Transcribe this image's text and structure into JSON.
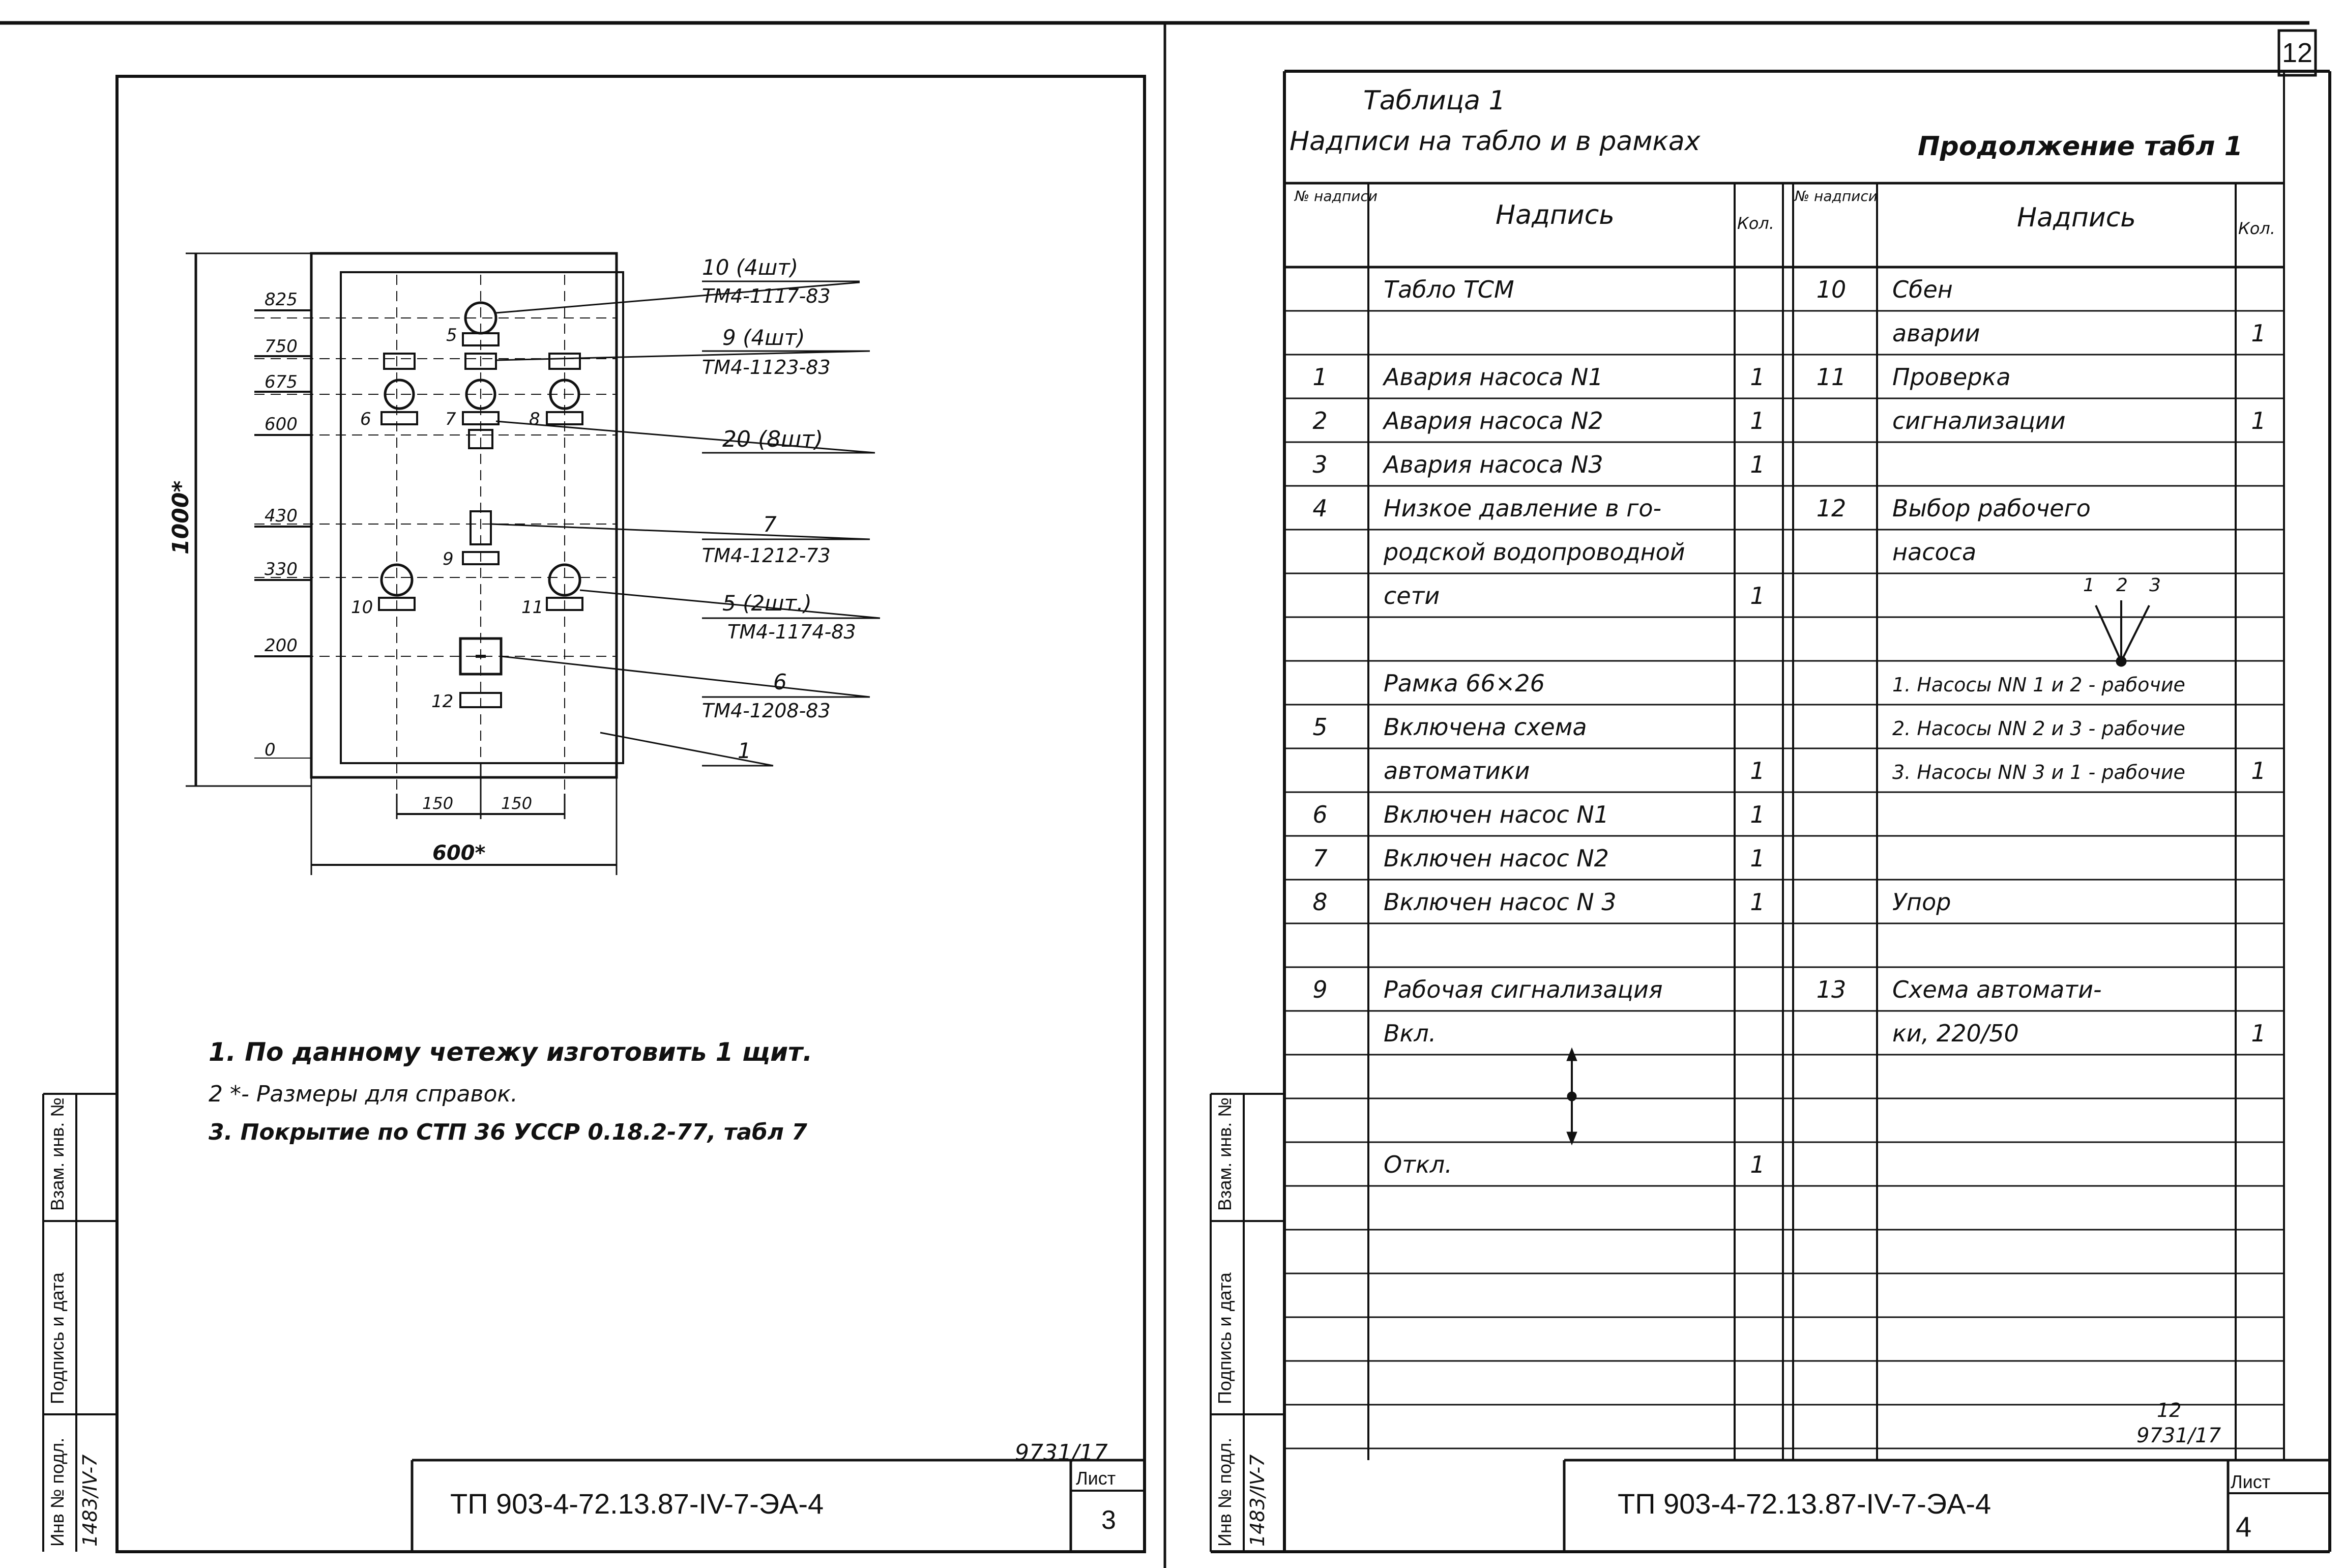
{
  "page_corner_number": "12",
  "sheet3": {
    "drawing": {
      "levels": [
        "825",
        "750",
        "675",
        "600",
        "430",
        "330",
        "200",
        "0"
      ],
      "height_dim": "1000*",
      "width_dim": "600*",
      "spacing_dims": [
        "150",
        "150"
      ],
      "item_numbers": [
        "5",
        "6",
        "7",
        "8",
        "9",
        "10",
        "11",
        "12"
      ],
      "callouts": [
        {
          "top": "10 (4шт)",
          "bottom": "ТМ4-1117-83"
        },
        {
          "top": "9 (4шт)",
          "bottom": "ТМ4-1123-83"
        },
        {
          "top": "20 (8шт)",
          "bottom": ""
        },
        {
          "top": "7",
          "bottom": "ТМ4-1212-73"
        },
        {
          "top": "5 (2шт.)",
          "bottom": "ТМ4-1174-83"
        },
        {
          "top": "6",
          "bottom": "ТМ4-1208-83"
        },
        {
          "top": "1",
          "bottom": ""
        }
      ]
    },
    "notes": [
      "1. По данному четежу изготовить 1 щит.",
      "2 *- Размеры для справок.",
      "3. Покрытие по СТП 36 УССР 0.18.2-77, табл 7"
    ],
    "side_labels": {
      "inv": "Инв № подл.",
      "sign": "Подпись и дата",
      "vzam": "Взам. инв. №",
      "inv_value": "1483/IV-7"
    },
    "archive_number": "9731/17",
    "title_block": {
      "code": "ТП 903-4-72.13.87-IV-7-ЭА-4",
      "sheet_label": "Лист",
      "sheet_number": "3"
    }
  },
  "sheet4": {
    "table_title": "Таблица 1",
    "table_caption": "Надписи на табло и в рамках",
    "continuation": "Продолжение табл 1",
    "headers": {
      "num": "№ надписи",
      "text": "Надпись",
      "qty": "Кол."
    },
    "left_rows": [
      {
        "num": "",
        "text": "Табло ТСМ",
        "qty": ""
      },
      {
        "num": "",
        "text": "",
        "qty": ""
      },
      {
        "num": "1",
        "text": "Авария насоса N1",
        "qty": "1"
      },
      {
        "num": "2",
        "text": "Авария насоса N2",
        "qty": "1"
      },
      {
        "num": "3",
        "text": "Авария насоса N3",
        "qty": "1"
      },
      {
        "num": "4",
        "text": "Низкое давление в го-",
        "qty": ""
      },
      {
        "num": "",
        "text": "родской водопроводной",
        "qty": ""
      },
      {
        "num": "",
        "text": "сети",
        "qty": "1"
      },
      {
        "num": "",
        "text": "",
        "qty": ""
      },
      {
        "num": "",
        "text": "Рамка 66×26",
        "qty": ""
      },
      {
        "num": "5",
        "text": "Включена схема",
        "qty": ""
      },
      {
        "num": "",
        "text": "автоматики",
        "qty": "1"
      },
      {
        "num": "6",
        "text": "Включен насос N1",
        "qty": "1"
      },
      {
        "num": "7",
        "text": "Включен насос N2",
        "qty": "1"
      },
      {
        "num": "8",
        "text": "Включен насос N 3",
        "qty": "1"
      },
      {
        "num": "",
        "text": "",
        "qty": ""
      },
      {
        "num": "9",
        "text": "Рабочая сигнализация",
        "qty": ""
      },
      {
        "num": "",
        "text": "Вкл.",
        "qty": ""
      },
      {
        "num": "",
        "text": "",
        "qty": ""
      },
      {
        "num": "",
        "text": "",
        "qty": ""
      },
      {
        "num": "",
        "text": "Откл.",
        "qty": "1"
      }
    ],
    "right_rows": [
      {
        "num": "10",
        "text": "Сбен",
        "qty": ""
      },
      {
        "num": "",
        "text": "аварии",
        "qty": "1"
      },
      {
        "num": "11",
        "text": "Проверка",
        "qty": ""
      },
      {
        "num": "",
        "text": "сигнализации",
        "qty": "1"
      },
      {
        "num": "",
        "text": "",
        "qty": ""
      },
      {
        "num": "12",
        "text": "Выбор рабочего",
        "qty": ""
      },
      {
        "num": "",
        "text": "насоса",
        "qty": ""
      },
      {
        "num": "",
        "text": "",
        "qty": ""
      },
      {
        "num": "",
        "text": "",
        "qty": ""
      },
      {
        "num": "",
        "text": "1. Насосы NN 1 и 2 - рабочие",
        "qty": ""
      },
      {
        "num": "",
        "text": "2. Насосы NN 2 и 3 - рабочие",
        "qty": ""
      },
      {
        "num": "",
        "text": "3. Насосы NN 3 и 1 - рабочие",
        "qty": "1"
      },
      {
        "num": "",
        "text": "",
        "qty": ""
      },
      {
        "num": "",
        "text": "",
        "qty": ""
      },
      {
        "num": "",
        "text": "Упор",
        "qty": ""
      },
      {
        "num": "",
        "text": "",
        "qty": ""
      },
      {
        "num": "13",
        "text": "Схема автомати-",
        "qty": ""
      },
      {
        "num": "",
        "text": "ки, 220/50",
        "qty": "1"
      }
    ],
    "switch_positions": [
      "1",
      "2",
      "3"
    ],
    "archive_number": "9731/17",
    "archive_page": "12",
    "side_labels": {
      "inv": "Инв № подл.",
      "sign": "Подпись и дата",
      "vzam": "Взам. инв. №",
      "inv_value": "1483/IV-7"
    },
    "title_block": {
      "code": "ТП 903-4-72.13.87-IV-7-ЭА-4",
      "sheet_label": "Лист",
      "sheet_number": "4"
    }
  }
}
